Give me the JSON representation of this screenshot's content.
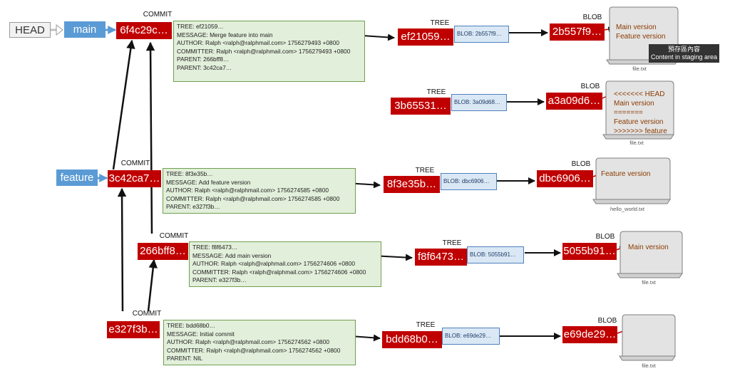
{
  "labels": {
    "commit": "COMMIT",
    "tree": "TREE",
    "blob": "BLOB"
  },
  "refs": {
    "head": "HEAD",
    "main": "main",
    "feature": "feature"
  },
  "colors": {
    "hash_bg": "#c00000",
    "commit_bg": "#e2efda",
    "tree_bg": "#dae8f5",
    "ref_bg": "#5b9bd5",
    "blob_text": "#8b3a00"
  },
  "tooltip": {
    "line1": "預存區內容",
    "line2": "Content in staging area"
  },
  "commits": [
    {
      "hash": "6f4c29c…",
      "lines": [
        "TREE: ef21059…",
        "MESSAGE: Merge feature into main",
        "AUTHOR: Ralph <ralph@ralphmail.com> 1756279493 +0800",
        "COMMITTER: Ralph <ralph@ralphmail.com> 1756279493 +0800",
        "PARENT: 266bff8…",
        "PARENT: 3c42ca7…"
      ],
      "tree_hash": "ef21059…",
      "tree_entry": "BLOB: 2b557f9…",
      "blob_hash": "2b557f9…",
      "blob_lines": [
        "Main version",
        "Feature version"
      ],
      "file": "file.txt"
    },
    {
      "hash": "3c42ca7…",
      "lines": [
        "TREE: 8f3e35b…",
        "MESSAGE: Add feature version",
        "AUTHOR: Ralph <ralph@ralphmail.com> 1756274585 +0800",
        "COMMITTER: Ralph <ralph@ralphmail.com> 1756274585 +0800",
        "PARENT: e327f3b…"
      ],
      "tree_hash": "8f3e35b…",
      "tree_entry": "BLOB: dbc6906…",
      "blob_hash": "dbc6906…",
      "blob_lines": [
        "Feature version"
      ],
      "file": "hello_world.txt"
    },
    {
      "hash": "266bff8…",
      "lines": [
        "TREE: f8f6473…",
        "MESSAGE: Add main version",
        "AUTHOR: Ralph <ralph@ralphmail.com> 1756274606 +0800",
        "COMMITTER: Ralph <ralph@ralphmail.com> 1756274606 +0800",
        "PARENT: e327f3b…"
      ],
      "tree_hash": "f8f6473…",
      "tree_entry": "BLOB: 5055b91…",
      "blob_hash": "5055b91…",
      "blob_lines": [
        "Main version"
      ],
      "file": "file.txt"
    },
    {
      "hash": "e327f3b…",
      "lines": [
        "TREE: bdd68b0…",
        "MESSAGE: Initial commit",
        "AUTHOR: Ralph <ralph@ralphmail.com> 1756274562 +0800",
        "COMMITTER: Ralph <ralph@ralphmail.com> 1756274562 +0800",
        "PARENT: NIL"
      ],
      "tree_hash": "bdd68b0…",
      "tree_entry": "BLOB: e69de29…",
      "blob_hash": "e69de29…",
      "blob_lines": [],
      "file": "file.txt"
    }
  ],
  "staging": {
    "tree_hash": "3b65531…",
    "tree_entry": "BLOB: 3a09d68…",
    "blob_hash": "a3a09d6…",
    "blob_lines": [
      "<<<<<<< HEAD",
      "Main version",
      "=======",
      "Feature version",
      ">>>>>>> feature"
    ],
    "file": "file.txt"
  }
}
